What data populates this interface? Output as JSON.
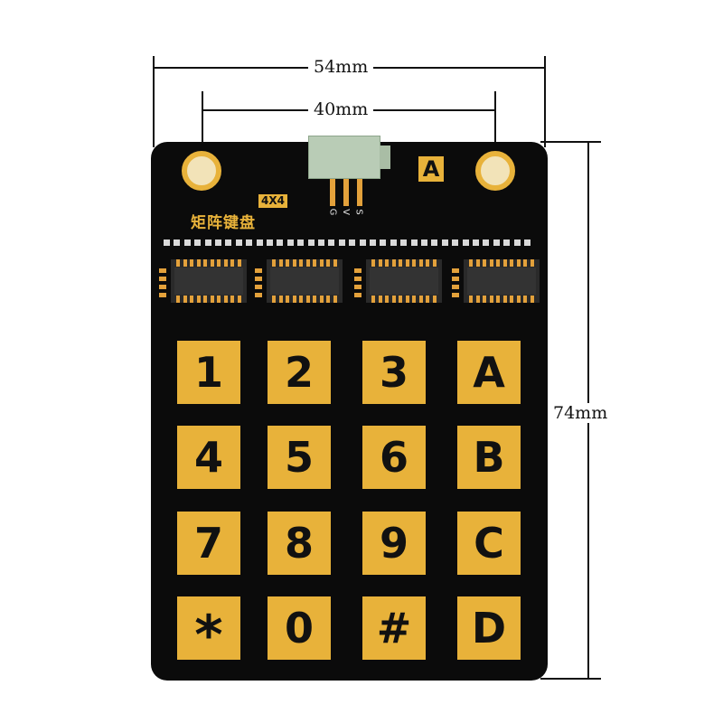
{
  "dimensions": {
    "outer_width": "54mm",
    "hole_spacing": "40mm",
    "height": "74mm"
  },
  "board": {
    "title": "矩阵键盘",
    "badge": "4X4",
    "corner_label": "A",
    "pins": [
      "G",
      "V",
      "S"
    ],
    "colors": {
      "pcb": "#0b0b0b",
      "gold": "#e8b23a",
      "connector": "#b9ccb6"
    }
  },
  "keypad": {
    "rows": [
      [
        "1",
        "2",
        "3",
        "A"
      ],
      [
        "4",
        "5",
        "6",
        "B"
      ],
      [
        "7",
        "8",
        "9",
        "C"
      ],
      [
        "*",
        "0",
        "#",
        "D"
      ]
    ]
  }
}
